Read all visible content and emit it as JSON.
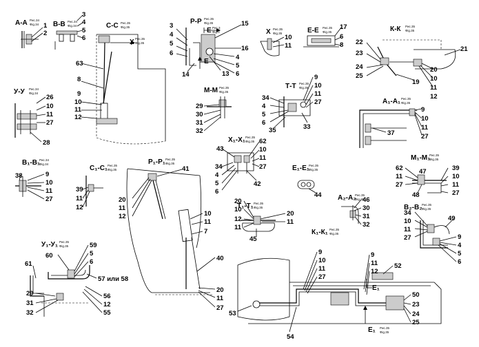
{
  "views": {
    "aa": {
      "title": "А-А",
      "ref": "Рис.34",
      "ref2": "Фig.34",
      "labels": [
        "1",
        "2"
      ]
    },
    "vv": {
      "title": "В-В",
      "ref": "Рис.34",
      "ref2": "Фig.34",
      "labels": [
        "3",
        "4",
        "5",
        "6"
      ]
    },
    "ss": {
      "title": "С-С",
      "ref": "Рис.35",
      "ref2": "Фig.35",
      "labels": [
        "63",
        "8",
        "9",
        "10",
        "11",
        "12"
      ],
      "x": "Х",
      "xref": "Рис.35",
      "xref2": "Фig.35"
    },
    "rr": {
      "title": "Р-Р",
      "ref": "Рис.35",
      "ref2": "Фig.35",
      "labels": [
        "3",
        "4",
        "5",
        "6",
        "15",
        "16",
        "4",
        "5",
        "6",
        "13",
        "14"
      ],
      "e": "Е",
      "eref": "Рис.3",
      "eref2": "Фig.3",
      "e2": "Е"
    },
    "x": {
      "title": "Х",
      "ref": "Рис.35",
      "ref2": "Фig.35",
      "labels": [
        "10",
        "11"
      ]
    },
    "ee": {
      "title": "Е-Е",
      "ref": "Рис.35",
      "ref2": "Фig.35",
      "labels": [
        "17",
        "6",
        "8"
      ]
    },
    "kk": {
      "title": "К-К",
      "ref": "Рис.35",
      "ref2": "Фig.35",
      "labels": [
        "22",
        "23",
        "24",
        "25",
        "21",
        "20",
        "10",
        "11",
        "12",
        "19"
      ]
    },
    "uu": {
      "title": "У-У",
      "ref": "Рис.34",
      "ref2": "Фig.34",
      "labels": [
        "26",
        "10",
        "11",
        "27",
        "28"
      ]
    },
    "mm": {
      "title": "М-М",
      "ref": "Рис.35",
      "ref2": "Фig.35",
      "labels": [
        "29",
        "30",
        "31",
        "32"
      ]
    },
    "tt": {
      "title": "Т-Т",
      "ref": "Рис.35",
      "ref2": "Фig.35",
      "labels": [
        "34",
        "4",
        "5",
        "6",
        "35",
        "9",
        "10",
        "11",
        "27",
        "33"
      ]
    },
    "a1": {
      "title": "А₁-А₁",
      "ref": "Рис.35",
      "ref2": "Фig.35",
      "labels": [
        "9",
        "10",
        "11",
        "27",
        "37"
      ]
    },
    "x1": {
      "title": "Х₁-Х₁",
      "ref": "Рис.35",
      "ref2": "Фig.35",
      "labels": [
        "43",
        "34",
        "4",
        "5",
        "6",
        "62",
        "10",
        "11",
        "27",
        "42"
      ]
    },
    "e1": {
      "title": "Е₁-Е₁",
      "ref": "Рис.35",
      "ref2": "Фig.35",
      "labels": [
        "44"
      ]
    },
    "m1": {
      "title": "М₁-М₁",
      "ref": "Рис.35",
      "ref2": "Фig.35",
      "labels": [
        "62",
        "11",
        "27",
        "47",
        "48",
        "39",
        "10",
        "11",
        "27"
      ]
    },
    "b1": {
      "title": "В₁-В₁",
      "ref": "Рис.34",
      "ref2": "Фig.34",
      "labels": [
        "38",
        "9",
        "10",
        "11",
        "27"
      ]
    },
    "c1": {
      "title": "С₁-С₁",
      "ref": "Рис.35",
      "ref2": "Фig.35",
      "labels": [
        "39",
        "11",
        "12"
      ]
    },
    "p1": {
      "title": "Р₁-Р₁",
      "ref": "Рис.35",
      "ref2": "Фig.35",
      "labels": [
        "41",
        "20",
        "11",
        "12",
        "10",
        "11",
        "7",
        "40",
        "20",
        "11",
        "27"
      ]
    },
    "t1": {
      "title": "Т₁-Т₁",
      "ref": "Рис.35",
      "ref2": "Фig.35",
      "labels": [
        "20",
        "10",
        "12",
        "11",
        "20",
        "11",
        "45"
      ]
    },
    "a2": {
      "title": "А₂-А₂",
      "ref": "Рис.35",
      "ref2": "Фig.35",
      "labels": [
        "46",
        "30",
        "31",
        "32"
      ]
    },
    "k1": {
      "title": "К₁-К₁",
      "ref": "Рис.35",
      "ref2": "Фig.35",
      "labels": [
        "54"
      ]
    },
    "b2": {
      "title": "В₂-В₂",
      "ref": "Рис.35",
      "ref2": "Фig.35",
      "labels": [
        "34",
        "10",
        "11",
        "27",
        "49",
        "9",
        "4",
        "5",
        "6"
      ]
    },
    "u1": {
      "title": "У₁-У₁",
      "ref": "Рис.35",
      "ref2": "Фig.35",
      "labels": [
        "60",
        "59",
        "5",
        "6",
        "61",
        "57 или 58",
        "56",
        "12",
        "55",
        "29",
        "31",
        "32"
      ]
    },
    "main": {
      "labels": [
        "9",
        "10",
        "11",
        "27",
        "9",
        "11",
        "12",
        "52",
        "50",
        "23",
        "24",
        "25",
        "53",
        "54"
      ],
      "e1": "Е₁",
      "e1b": "Е₁",
      "eref": "Рис.35",
      "eref2": "Фig.35"
    }
  }
}
